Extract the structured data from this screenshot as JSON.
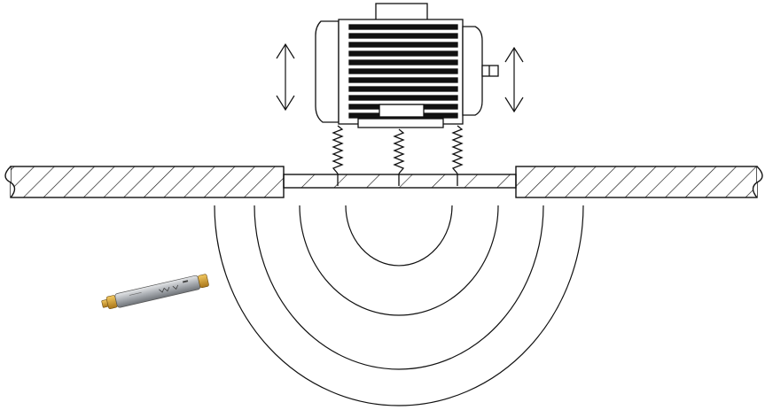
{
  "diagram": {
    "subject": "motor-vibration-transmission",
    "components": [
      "electric-motor",
      "spring-mounts",
      "floor-slab",
      "vibration-waves",
      "accelerometer-sensor"
    ],
    "motor": {
      "spring_count": 3,
      "vibration_arrows": 2,
      "fin_count": 10
    },
    "waves": {
      "ring_count": 4
    },
    "colors": {
      "line": "#111111",
      "background": "#ffffff",
      "sensor_body": "#b8bcc0",
      "sensor_cap": "#d9a520"
    }
  }
}
